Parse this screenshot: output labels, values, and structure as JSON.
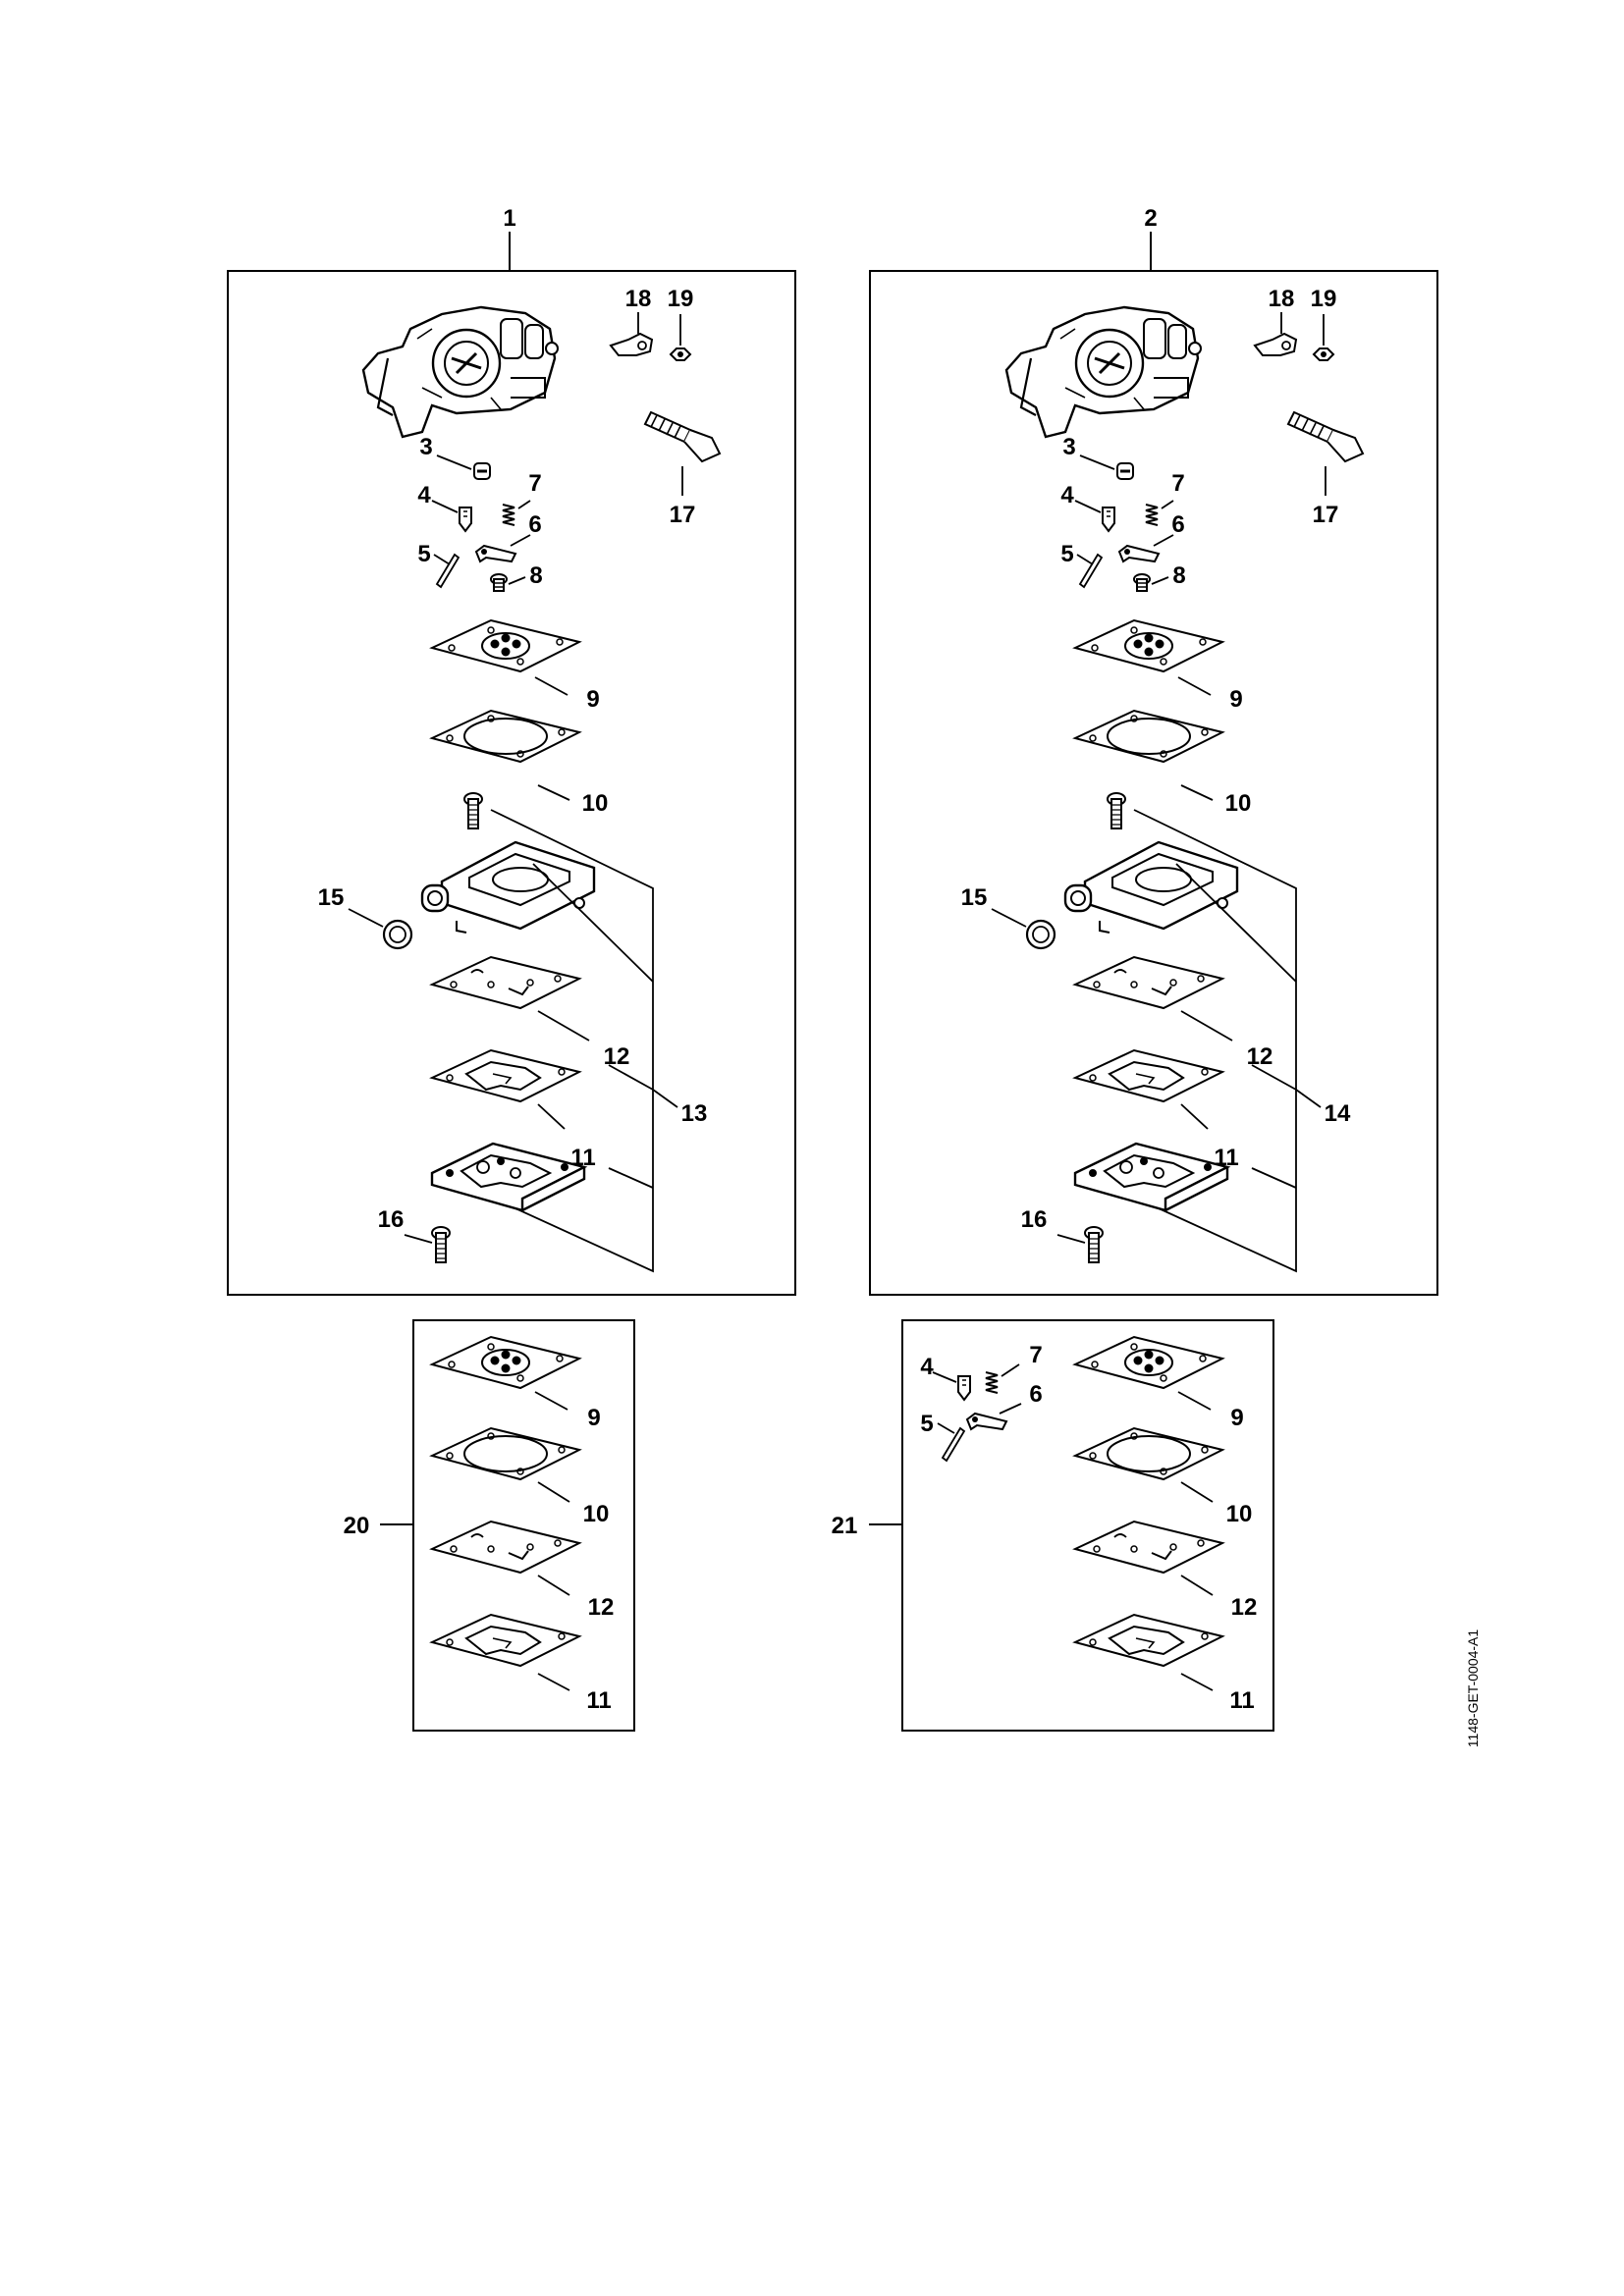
{
  "diagram": {
    "document_code": "1148-GET-0004-A1",
    "callouts": {
      "main_left": [
        "1",
        "18",
        "19",
        "17",
        "3",
        "4",
        "7",
        "6",
        "5",
        "8",
        "9",
        "10",
        "15",
        "12",
        "13",
        "11",
        "16"
      ],
      "main_right": [
        "2",
        "18",
        "19",
        "17",
        "3",
        "4",
        "7",
        "6",
        "5",
        "8",
        "9",
        "10",
        "15",
        "12",
        "14",
        "11",
        "16"
      ],
      "kit_left": [
        "20",
        "9",
        "10",
        "12",
        "11"
      ],
      "kit_right": [
        "21",
        "4",
        "7",
        "5",
        "6",
        "9",
        "10",
        "12",
        "11"
      ]
    }
  }
}
